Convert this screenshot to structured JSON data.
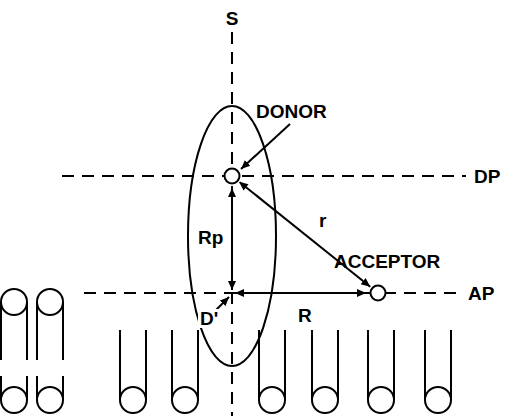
{
  "diagram": {
    "nodes": [
      {
        "text": [
          "DONOR"
        ]
      },
      {
        "text": [
          "ACCEPTOR"
        ]
      }
    ],
    "edges": [
      {
        "from": 0,
        "to": 1,
        "arrow": "both",
        "label": "r"
      }
    ],
    "labels": [
      "S",
      "DP",
      "AP",
      "Rp",
      "D'",
      "R"
    ]
  }
}
